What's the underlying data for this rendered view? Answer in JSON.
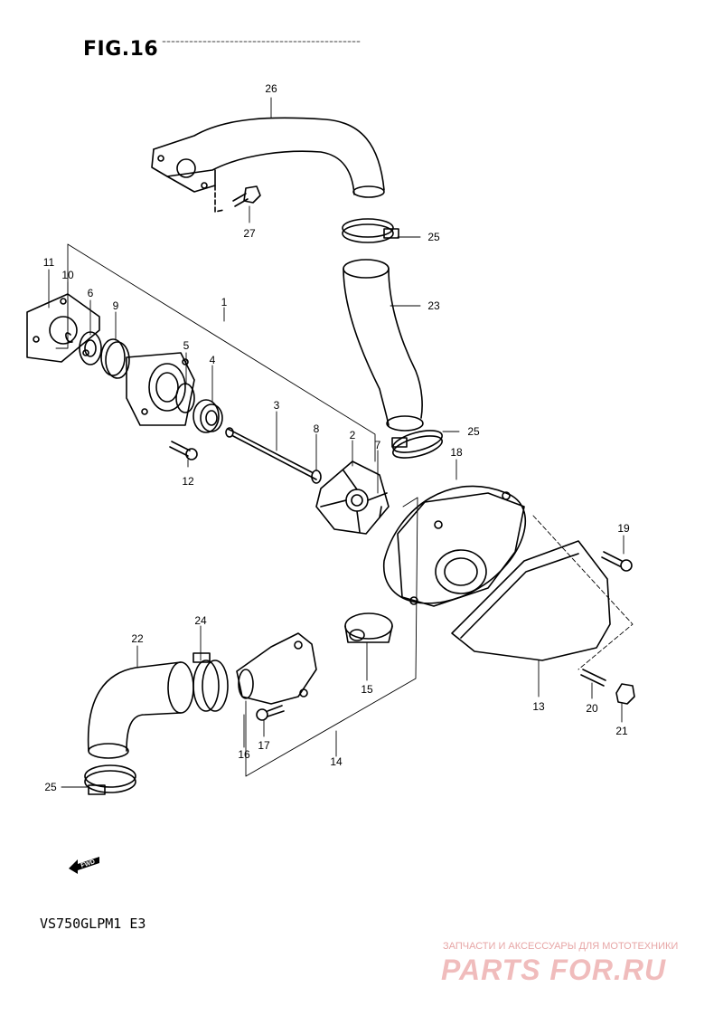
{
  "figure": {
    "title": "FIG.16"
  },
  "model_code": "VS750GLPM1 E3",
  "fwd_label": "FWD",
  "watermark": {
    "top_text": "ЗАПЧАСТИ И АКСЕССУАРЫ ДЛЯ МОТОТЕХНИКИ",
    "brand": "PARTS FOR.RU"
  },
  "parts": [
    {
      "id": "p1",
      "number": "1"
    },
    {
      "id": "p2",
      "number": "2"
    },
    {
      "id": "p3",
      "number": "3"
    },
    {
      "id": "p4",
      "number": "4"
    },
    {
      "id": "p5",
      "number": "5"
    },
    {
      "id": "p6",
      "number": "6"
    },
    {
      "id": "p7",
      "number": "7"
    },
    {
      "id": "p8",
      "number": "8"
    },
    {
      "id": "p9",
      "number": "9"
    },
    {
      "id": "p10",
      "number": "10"
    },
    {
      "id": "p11",
      "number": "11"
    },
    {
      "id": "p12",
      "number": "12"
    },
    {
      "id": "p13",
      "number": "13"
    },
    {
      "id": "p14",
      "number": "14"
    },
    {
      "id": "p15",
      "number": "15"
    },
    {
      "id": "p16",
      "number": "16"
    },
    {
      "id": "p17",
      "number": "17"
    },
    {
      "id": "p18",
      "number": "18"
    },
    {
      "id": "p19",
      "number": "19"
    },
    {
      "id": "p20",
      "number": "20"
    },
    {
      "id": "p21",
      "number": "21"
    },
    {
      "id": "p22",
      "number": "22"
    },
    {
      "id": "p23",
      "number": "23"
    },
    {
      "id": "p24",
      "number": "24"
    },
    {
      "id": "p25a",
      "number": "25"
    },
    {
      "id": "p25b",
      "number": "25"
    },
    {
      "id": "p25c",
      "number": "25"
    },
    {
      "id": "p26",
      "number": "26"
    },
    {
      "id": "p27",
      "number": "27"
    }
  ]
}
